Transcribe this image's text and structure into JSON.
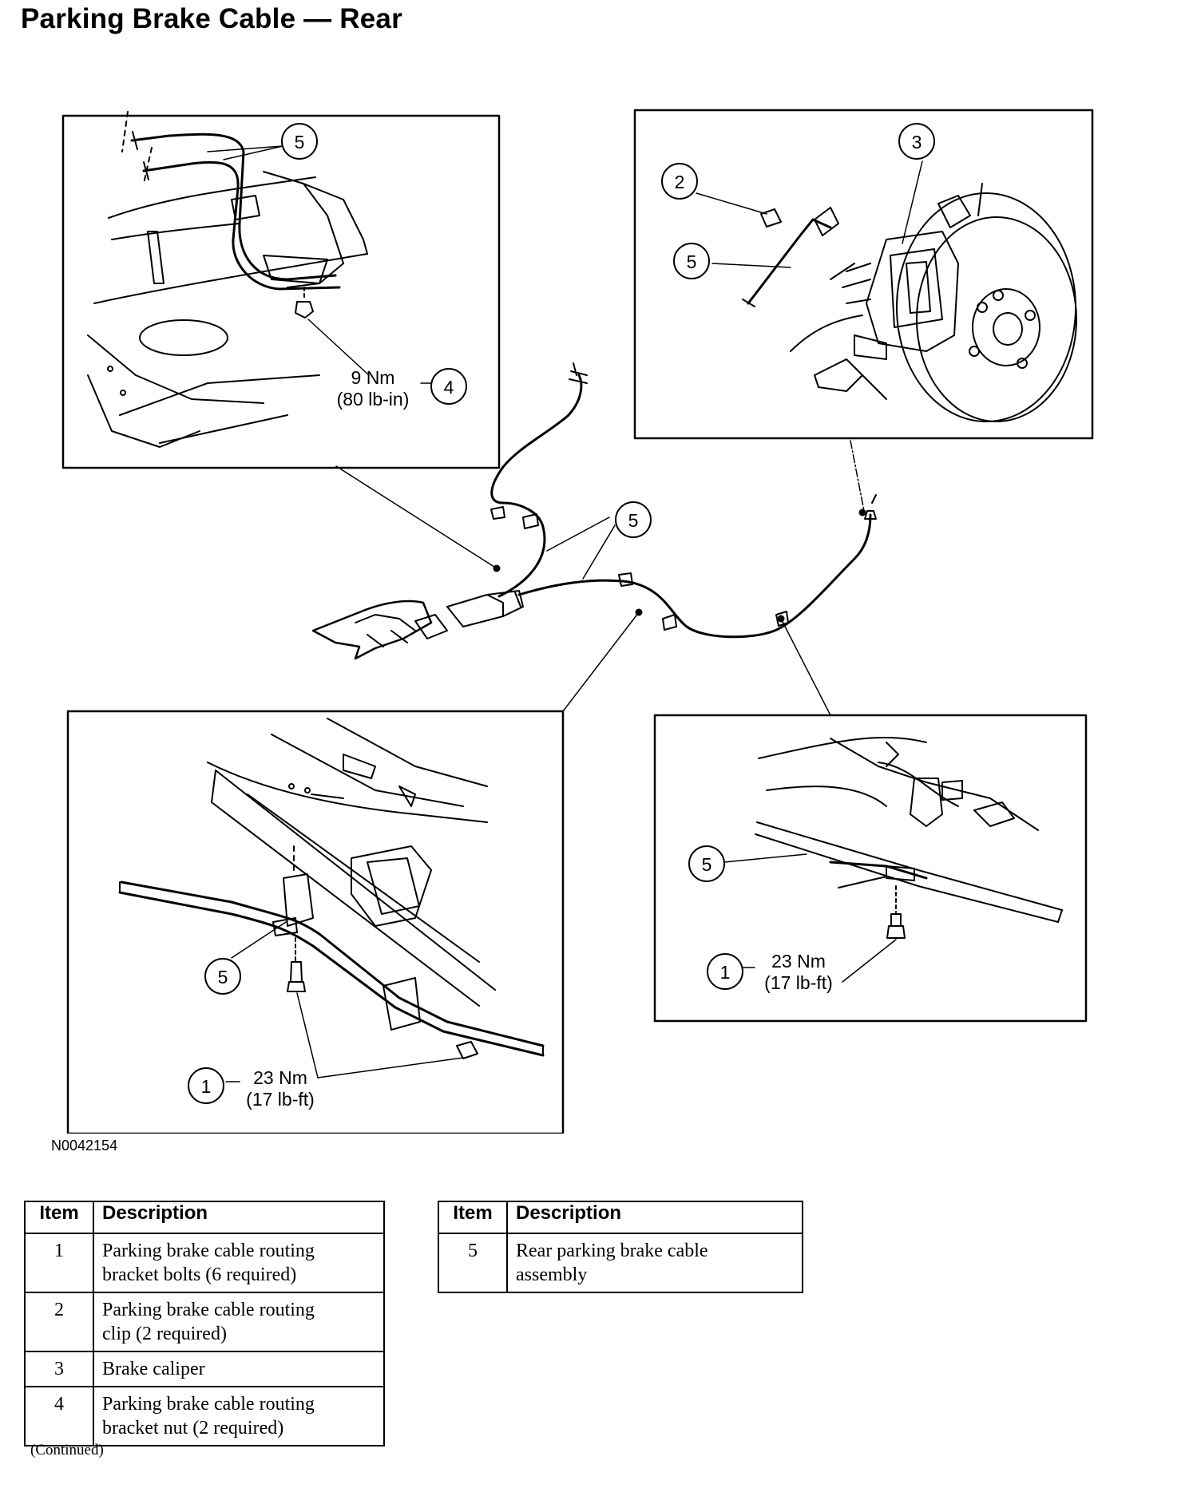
{
  "title": "Parking Brake Cable — Rear",
  "figure_code": "N0042154",
  "callouts": {
    "c1": "1",
    "c2": "2",
    "c3": "3",
    "c4": "4",
    "c5": "5"
  },
  "torques": {
    "nut_nm": "9 Nm",
    "nut_imperial": "(80 lb-in)",
    "bolt_left_nm": "23 Nm",
    "bolt_left_imperial": "(17 lb-ft)",
    "bolt_right_nm": "23 Nm",
    "bolt_right_imperial": "(17 lb-ft)"
  },
  "legend": {
    "header_item": "Item",
    "header_description": "Description",
    "left_rows": [
      {
        "item": "1",
        "line1": "Parking brake cable routing",
        "line2": "bracket bolts (6 required)"
      },
      {
        "item": "2",
        "line1": "Parking brake cable routing",
        "line2": "clip (2 required)"
      },
      {
        "item": "3",
        "line1": "Brake caliper",
        "line2": ""
      },
      {
        "item": "4",
        "line1": "Parking brake cable routing",
        "line2": "bracket nut (2 required)"
      }
    ],
    "right_rows": [
      {
        "item": "5",
        "line1": "Rear parking brake cable",
        "line2": "assembly"
      }
    ]
  },
  "footer_note": "(Continued)"
}
